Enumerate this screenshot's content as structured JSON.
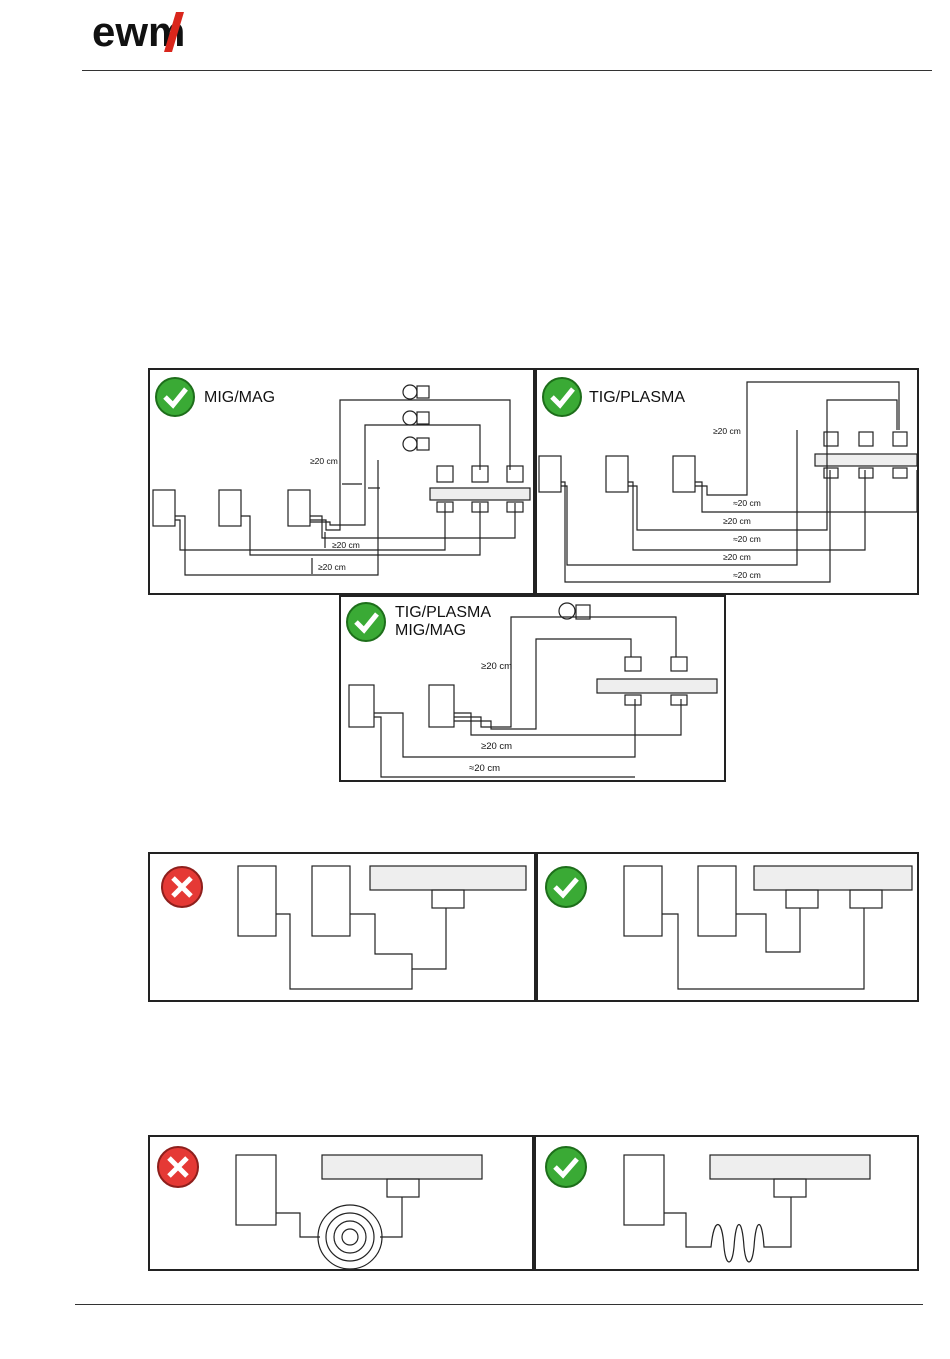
{
  "header": {
    "brand": "ewm"
  },
  "panels": {
    "migmag": {
      "title": "MIG/MAG",
      "dims": [
        "≥20 cm",
        "≥20 cm",
        "≥20 cm"
      ]
    },
    "tigplasma": {
      "title": "TIG/PLASMA",
      "dims": [
        "≥20 cm",
        "≈20 cm",
        "≥20 cm",
        "≈20 cm",
        "≥20 cm",
        "≈20 cm"
      ]
    },
    "combined": {
      "title_line1": "TIG/PLASMA",
      "title_line2": "MIG/MAG",
      "dims": [
        "≥20 cm",
        "≥20 cm",
        "≈20 cm"
      ]
    },
    "status_icons": {
      "correct": "green-check-icon",
      "incorrect": "red-cross-icon",
      "correct_color": "#3aaa35",
      "incorrect_color": "#e53935"
    }
  }
}
